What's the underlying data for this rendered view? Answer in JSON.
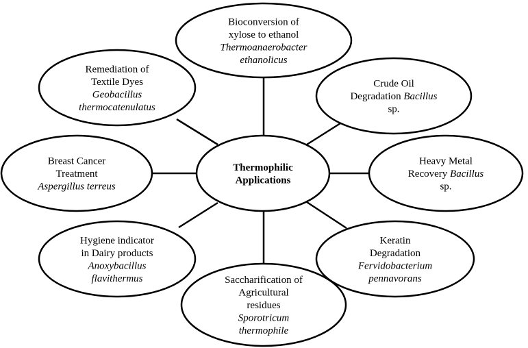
{
  "center": {
    "lines": [
      "Thermophilic",
      "Applications"
    ]
  },
  "nodes": [
    {
      "id": "xylose-ethanol",
      "lines": [
        {
          "t": "Bioconversion of",
          "i": false
        },
        {
          "t": "xylose to ethanol",
          "i": false
        },
        {
          "t": "Thermoanaerobacter",
          "i": true
        },
        {
          "t": "ethanolicus",
          "i": true
        }
      ]
    },
    {
      "id": "crude-oil",
      "lines": [
        {
          "t": "Crude Oil",
          "i": false
        },
        {
          "segs": [
            {
              "t": "Degradation ",
              "i": false
            },
            {
              "t": "Bacillus",
              "i": true
            }
          ]
        },
        {
          "t": "sp.",
          "i": false
        }
      ]
    },
    {
      "id": "heavy-metal",
      "lines": [
        {
          "t": "Heavy Metal",
          "i": false
        },
        {
          "segs": [
            {
              "t": "Recovery ",
              "i": false
            },
            {
              "t": "Bacillus",
              "i": true
            }
          ]
        },
        {
          "t": "sp.",
          "i": false
        }
      ]
    },
    {
      "id": "keratin",
      "lines": [
        {
          "t": "Keratin",
          "i": false
        },
        {
          "t": "Degradation",
          "i": false
        },
        {
          "t": "Fervidobacterium",
          "i": true
        },
        {
          "t": "pennavorans",
          "i": true
        }
      ]
    },
    {
      "id": "saccharification",
      "lines": [
        {
          "t": "Saccharification of",
          "i": false
        },
        {
          "t": "Agricultural",
          "i": false
        },
        {
          "t": "residues",
          "i": false
        },
        {
          "t": "Sporotricum",
          "i": true
        },
        {
          "t": "thermophile",
          "i": true
        }
      ]
    },
    {
      "id": "hygiene",
      "lines": [
        {
          "t": "Hygiene indicator",
          "i": false
        },
        {
          "t": "in Dairy products",
          "i": false
        },
        {
          "t": "Anoxybacillus",
          "i": true
        },
        {
          "t": "flavithermus",
          "i": true
        }
      ]
    },
    {
      "id": "breast-cancer",
      "lines": [
        {
          "t": "Breast Cancer",
          "i": false
        },
        {
          "t": "Treatment",
          "i": false
        },
        {
          "t": "Aspergillus terreus",
          "i": true
        }
      ]
    },
    {
      "id": "textile-dyes",
      "lines": [
        {
          "t": "Remediation of",
          "i": false
        },
        {
          "t": "Textile Dyes",
          "i": false
        },
        {
          "t": "Geobacillus",
          "i": true
        },
        {
          "t": "thermocatenulatus",
          "i": true
        }
      ]
    }
  ]
}
